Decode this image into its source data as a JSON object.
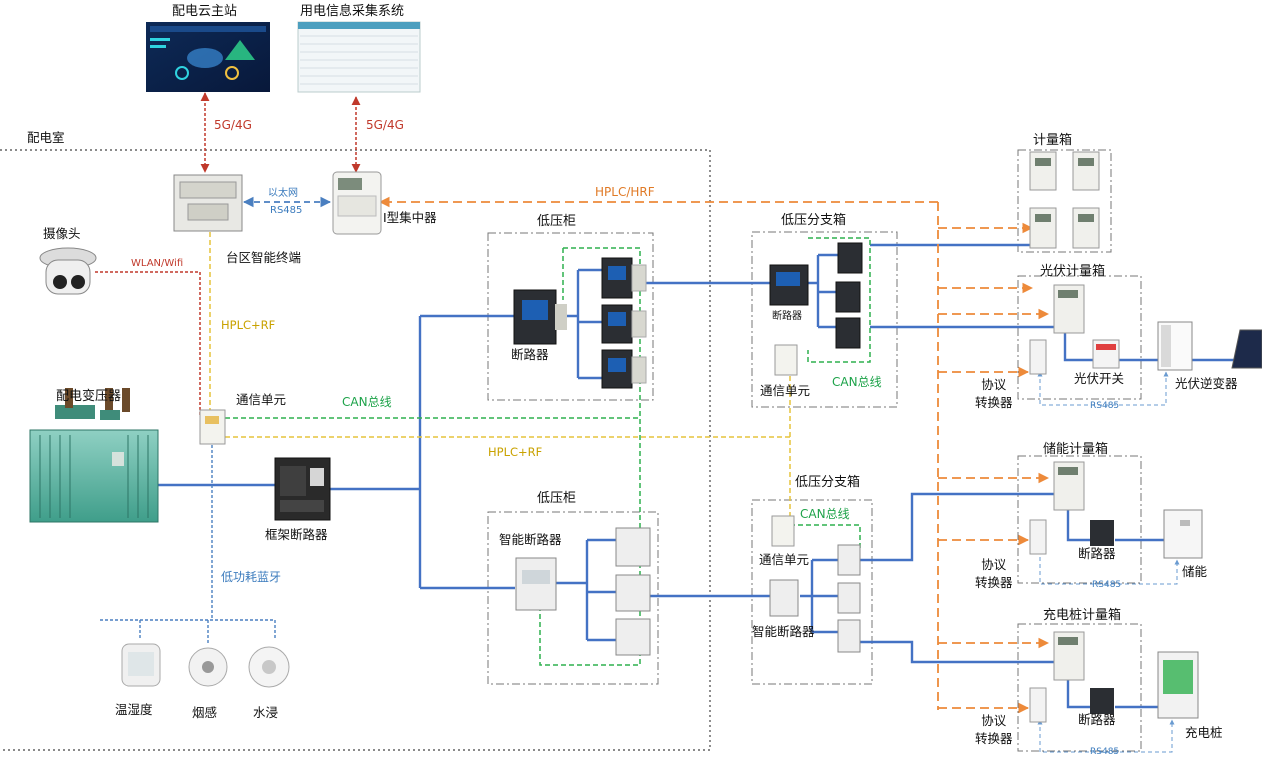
{
  "systems": {
    "cloud_master": "配电云主站",
    "info_collect": "用电信息采集系统"
  },
  "links": {
    "g5_left": "5G/4G",
    "g5_right": "5G/4G",
    "ethernet": "以太网",
    "rs485_top": "RS485",
    "hplc_hrf": "HPLC/HRF",
    "wlan": "WLAN/Wifi",
    "hplc_rf_v": "HPLC+RF",
    "hplc_rf_h": "HPLC+RF",
    "can_left": "CAN总线",
    "can_top_box": "CAN总线",
    "can_bottom_box": "CAN总线",
    "ble": "低功耗蓝牙",
    "rs485_pv": "RS485",
    "rs485_es": "RS485",
    "rs485_ch": "RS485"
  },
  "room": {
    "label": "配电室",
    "terminal": "台区智能终端",
    "concentrator": "I型集中器",
    "camera": "摄像头",
    "comm_unit": "通信单元",
    "transformer": "配电变压器",
    "frame_breaker": "框架断路器",
    "sensors": [
      "温湿度",
      "烟感",
      "水浸"
    ]
  },
  "cabinets": {
    "lv_top_title": "低压柜",
    "lv_top_breaker": "断路器",
    "lv_bottom_title": "低压柜",
    "lv_bottom_breaker": "智能断路器"
  },
  "branch_top": {
    "title": "低压分支箱",
    "breaker": "断路器",
    "comm": "通信单元"
  },
  "branch_bottom": {
    "title": "低压分支箱",
    "comm": "通信单元",
    "breaker": "智能断路器"
  },
  "meter_box": {
    "title": "计量箱"
  },
  "pv": {
    "title": "光伏计量箱",
    "converter": "协议\n转换器",
    "switch": "光伏开关",
    "inverter": "光伏逆变器"
  },
  "storage": {
    "title": "储能计量箱",
    "converter": "协议\n转换器",
    "breaker": "断路器",
    "device": "储能"
  },
  "charging": {
    "title": "充电桩计量箱",
    "converter": "协议\n转换器",
    "breaker": "断路器",
    "device": "充电桩"
  },
  "colors": {
    "power": "#4472c4",
    "orange": "#ed8a3a",
    "green": "#2fb04f",
    "yellow": "#e5c43c",
    "red": "#c0392b",
    "blue_dash": "#6a9bd1"
  }
}
